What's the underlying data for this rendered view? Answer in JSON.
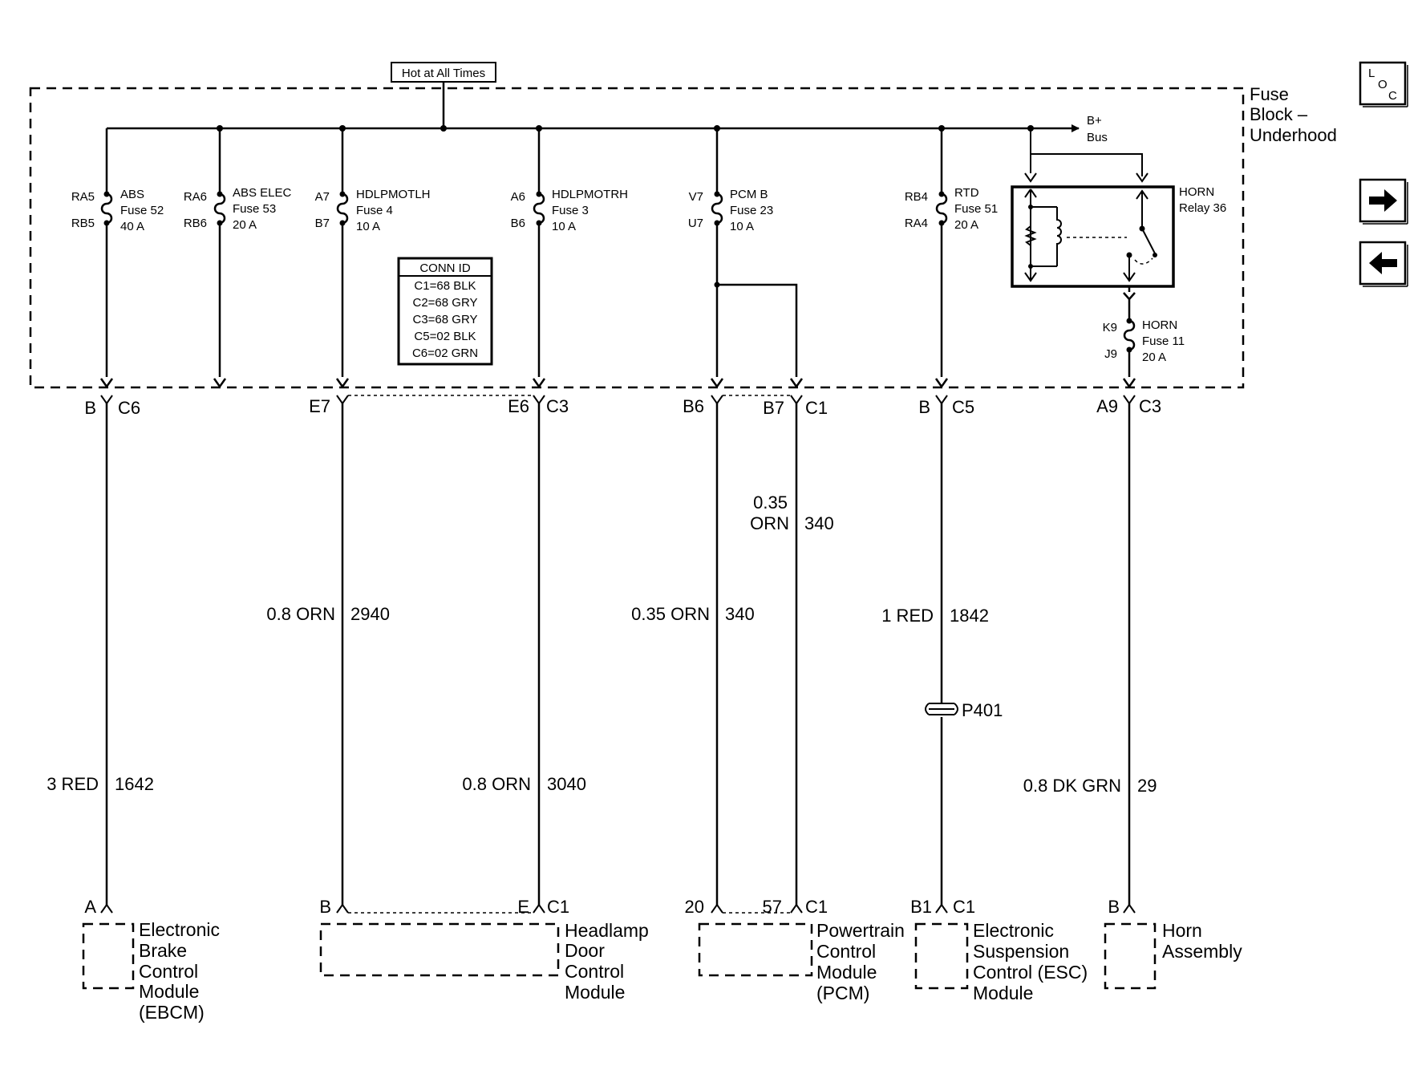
{
  "power": {
    "hot_label": "Hot at All Times",
    "bus_top": "B+",
    "bus_bottom": "Bus"
  },
  "fuse_block": {
    "line1": "Fuse",
    "line2": "Block –",
    "line3": "Underhood"
  },
  "fuses": {
    "abs": {
      "top_pin": "RA5",
      "bottom_pin": "RB5",
      "name": "ABS",
      "fuse": "Fuse 52",
      "rating": "40 A"
    },
    "abs_elec": {
      "top_pin": "RA6",
      "bottom_pin": "RB6",
      "name": "ABS ELEC",
      "fuse": "Fuse 53",
      "rating": "20 A"
    },
    "hdlp_lh": {
      "top_pin": "A7",
      "bottom_pin": "B7",
      "name": "HDLPMOTLH",
      "fuse": "Fuse 4",
      "rating": "10 A"
    },
    "hdlp_rh": {
      "top_pin": "A6",
      "bottom_pin": "B6",
      "name": "HDLPMOTRH",
      "fuse": "Fuse 3",
      "rating": "10 A"
    },
    "pcm_b": {
      "top_pin": "V7",
      "bottom_pin": "U7",
      "name": "PCM B",
      "fuse": "Fuse 23",
      "rating": "10 A"
    },
    "rtd": {
      "top_pin": "RB4",
      "bottom_pin": "RA4",
      "name": "RTD",
      "fuse": "Fuse 51",
      "rating": "20 A"
    },
    "horn": {
      "top_pin": "K9",
      "bottom_pin": "J9",
      "name": "HORN",
      "fuse": "Fuse 11",
      "rating": "20 A"
    }
  },
  "relay": {
    "name": "HORN",
    "number": "Relay 36"
  },
  "conn_id": {
    "title": "CONN ID",
    "rows": [
      "C1=68 BLK",
      "C2=68 GRY",
      "C3=68 GRY",
      "C5=02 BLK",
      "C6=02 GRN"
    ]
  },
  "connectors": {
    "abs": {
      "pin": "B",
      "conn": "C6"
    },
    "hdlp": {
      "pin_lh": "E7",
      "pin_rh": "E6",
      "conn": "C3"
    },
    "pcm": {
      "pin_a": "B6",
      "pin_b": "B7",
      "conn": "C1"
    },
    "esc": {
      "pin": "B",
      "conn": "C5"
    },
    "horn": {
      "pin": "A9",
      "conn": "C3"
    }
  },
  "wires": {
    "w1642": {
      "gauge": "3 RED",
      "circuit": "1642"
    },
    "w2940": {
      "gauge": "0.8 ORN",
      "circuit": "2940"
    },
    "w3040": {
      "gauge": "0.8 ORN",
      "circuit": "3040"
    },
    "w340a": {
      "gauge": "0.35 ORN",
      "circuit": "340"
    },
    "w340b": {
      "gauge_top": "0.35",
      "gauge_bottom": "ORN",
      "circuit": "340"
    },
    "w1842": {
      "gauge": "1 RED",
      "circuit": "1842"
    },
    "w29": {
      "gauge": "0.8 DK GRN",
      "circuit": "29"
    }
  },
  "splice": {
    "name": "P401"
  },
  "components": {
    "ebcm": {
      "pin": "A",
      "lines": [
        "Electronic",
        "Brake",
        "Control",
        "Module",
        "(EBCM)"
      ]
    },
    "hdcm": {
      "pin_l": "B",
      "pin_r": "E",
      "conn": "C1",
      "lines": [
        "Headlamp",
        "Door",
        "Control",
        "Module"
      ]
    },
    "pcm": {
      "pin_a": "20",
      "pin_b": "57",
      "conn": "C1",
      "lines": [
        "Powertrain",
        "Control",
        "Module",
        "(PCM)"
      ]
    },
    "esc": {
      "pin": "B1",
      "conn": "C1",
      "lines": [
        "Electronic",
        "Suspension",
        "Control (ESC)",
        "Module"
      ]
    },
    "horn": {
      "pin": "B",
      "lines": [
        "Horn",
        "Assembly"
      ]
    }
  },
  "nav": {
    "loc_l": "L",
    "loc_o": "O",
    "loc_c": "C"
  }
}
